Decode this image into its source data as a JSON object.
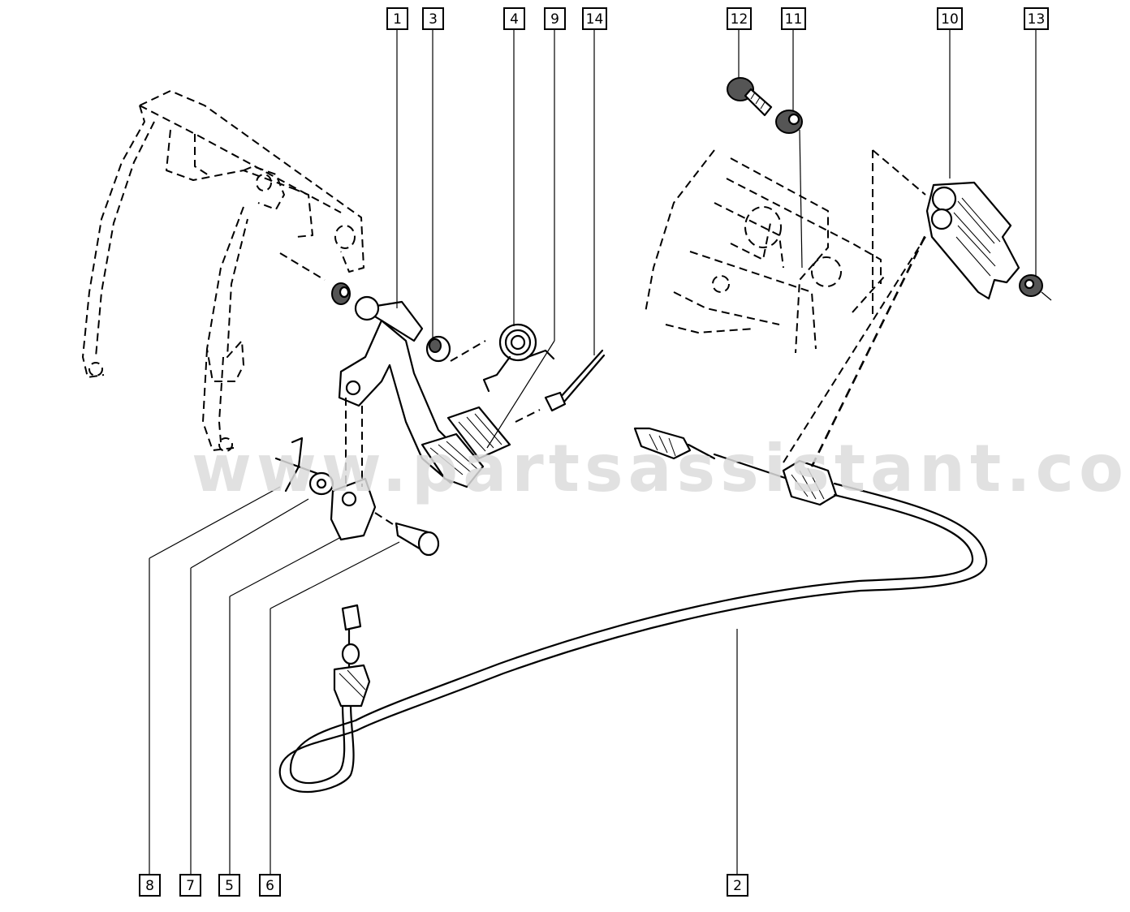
{
  "diagram": {
    "callouts": [
      {
        "id": "c1",
        "label": "1"
      },
      {
        "id": "c3",
        "label": "3"
      },
      {
        "id": "c4",
        "label": "4"
      },
      {
        "id": "c9",
        "label": "9"
      },
      {
        "id": "c14",
        "label": "14"
      },
      {
        "id": "c12",
        "label": "12"
      },
      {
        "id": "c11",
        "label": "11"
      },
      {
        "id": "c10",
        "label": "10"
      },
      {
        "id": "c13",
        "label": "13"
      },
      {
        "id": "c8",
        "label": "8"
      },
      {
        "id": "c7",
        "label": "7"
      },
      {
        "id": "c5",
        "label": "5"
      },
      {
        "id": "c6",
        "label": "6"
      },
      {
        "id": "c2",
        "label": "2"
      }
    ],
    "watermark": "www.partsassistant.com"
  }
}
